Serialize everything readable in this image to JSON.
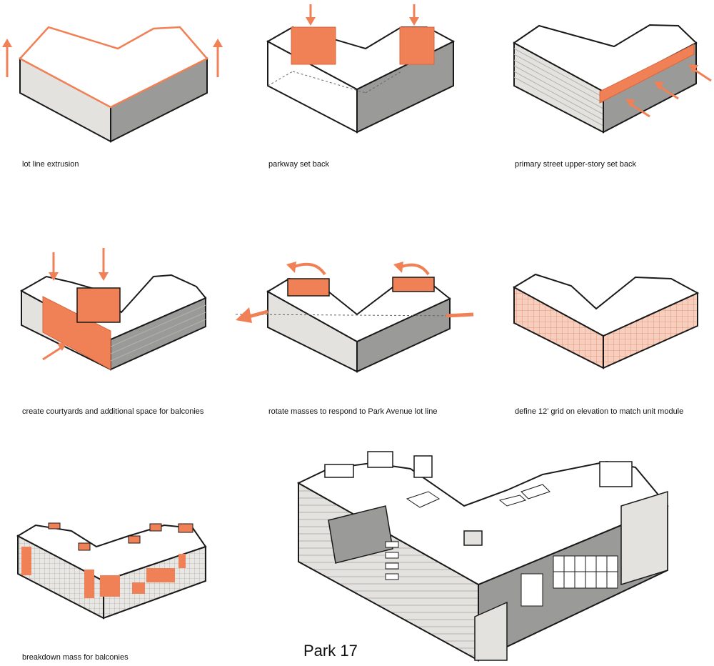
{
  "colors": {
    "accent": "#F08055",
    "outline": "#1a1a1a",
    "top_face": "#ffffff",
    "side_light": "#e4e2de",
    "side_dark": "#9a9a98"
  },
  "steps": [
    {
      "caption": "lot line extrusion"
    },
    {
      "caption": "parkway set back"
    },
    {
      "caption": "primary street upper-story set back"
    },
    {
      "caption": "create courtyards and additional space for balconies"
    },
    {
      "caption": "rotate masses to respond to Park Avenue lot line"
    },
    {
      "caption": "define 12’ grid on elevation to match unit module"
    },
    {
      "caption": "breakdown mass for balconies"
    }
  ],
  "final": {
    "title": "Park 17"
  }
}
